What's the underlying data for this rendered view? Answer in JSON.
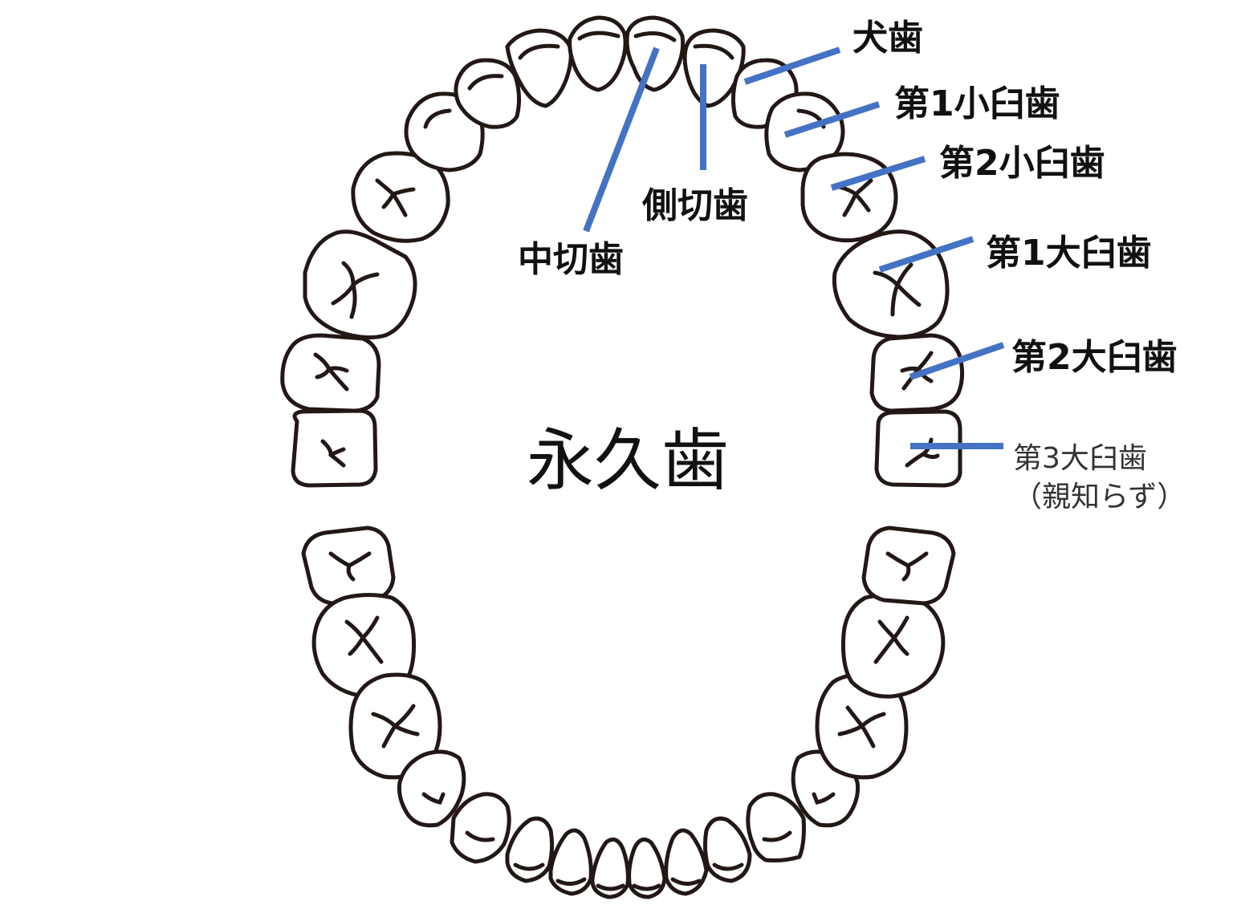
{
  "diagram": {
    "title": "永久歯",
    "colors": {
      "outline": "#231815",
      "leader": "#4472c4",
      "text": "#111111"
    },
    "labels": {
      "central_incisor": "中切歯",
      "lateral_incisor": "側切歯",
      "canine": "犬歯",
      "first_premolar": "第1小臼歯",
      "second_premolar": "第2小臼歯",
      "first_molar": "第1大臼歯",
      "second_molar": "第2大臼歯",
      "third_molar": "第3大臼歯",
      "third_molar_note": "（親知らず）"
    }
  }
}
